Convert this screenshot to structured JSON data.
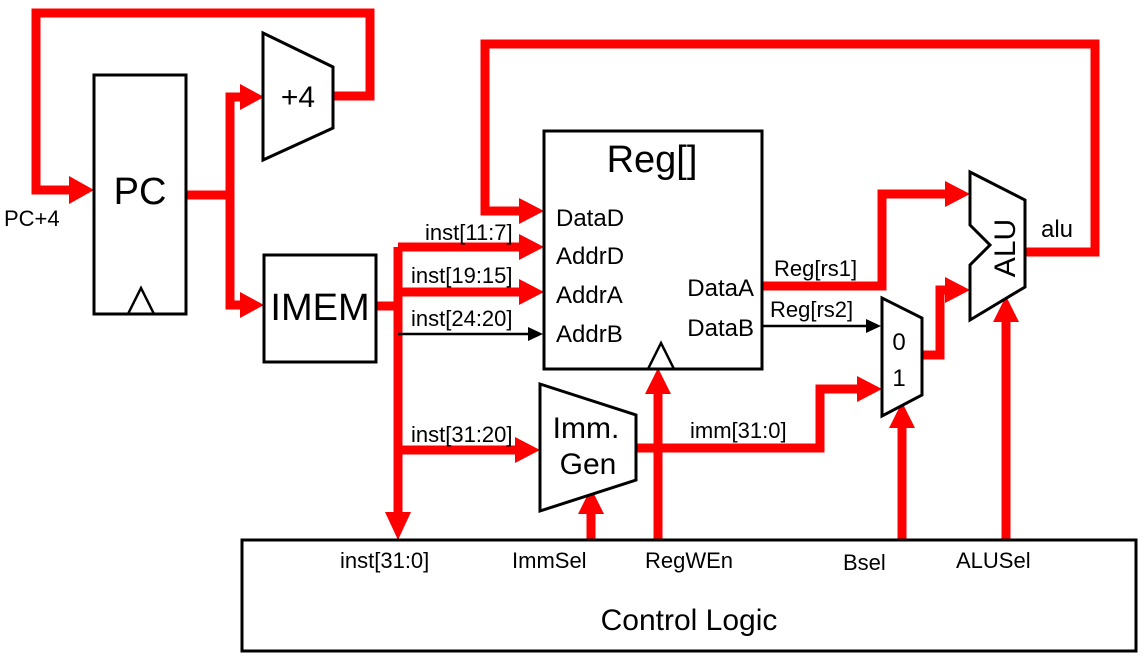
{
  "colors": {
    "datapath": "#ff0000",
    "outline": "#000000",
    "background": "#ffffff"
  },
  "blocks": {
    "pc": "PC",
    "adder": "+4",
    "imem": "IMEM",
    "regfile": "Reg[]",
    "immgen_line1": "Imm.",
    "immgen_line2": "Gen",
    "alu": "ALU",
    "control": "Control Logic"
  },
  "ports": {
    "datad": "DataD",
    "addrd": "AddrD",
    "addra": "AddrA",
    "addrb": "AddrB",
    "dataa": "DataA",
    "datab": "DataB",
    "mux_in0": "0",
    "mux_in1": "1"
  },
  "signals": {
    "pc_plus4": "PC+4",
    "inst_11_7": "inst[11:7]",
    "inst_19_15": "inst[19:15]",
    "inst_24_20": "inst[24:20]",
    "inst_31_20": "inst[31:20]",
    "reg_rs1": "Reg[rs1]",
    "reg_rs2": "Reg[rs2]",
    "imm": "imm[31:0]",
    "alu_out": "alu",
    "inst_31_0": "inst[31:0]",
    "immsel": "ImmSel",
    "regwen": "RegWEn",
    "bsel": "Bsel",
    "alusel": "ALUSel"
  }
}
